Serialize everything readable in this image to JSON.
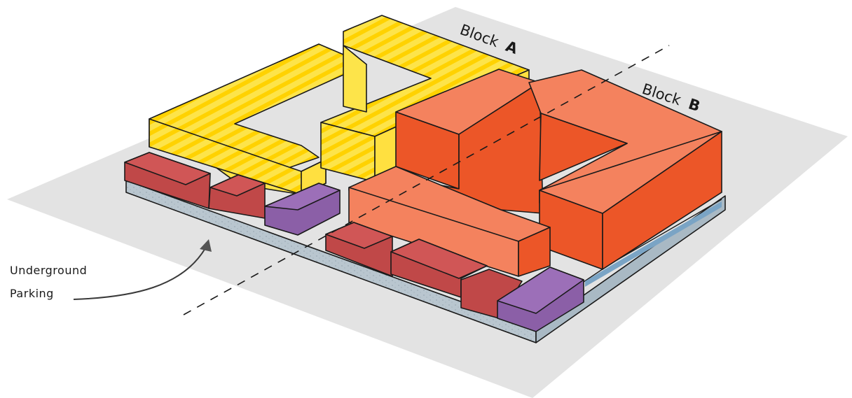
{
  "labels": {
    "block_a_prefix": "Block",
    "block_a_letter": "A",
    "block_b_prefix": "Block",
    "block_b_letter": "B",
    "parking_line1": "Underground",
    "parking_line2": "Parking"
  },
  "colors": {
    "ground_plane": "#e3e3e3",
    "slab_top": "#b9c6cf",
    "slab_side": "#a9b9c4",
    "block_a_yellow": "#fde44a",
    "block_a_stripe": "#ffd400",
    "block_b_top": "#f4825e",
    "block_b_dark": "#ec5628",
    "podium_red": "#c04848",
    "podium_red_dark": "#a63636",
    "podium_purple": "#8b5fa7",
    "podium_purple_dark": "#6f4590"
  }
}
